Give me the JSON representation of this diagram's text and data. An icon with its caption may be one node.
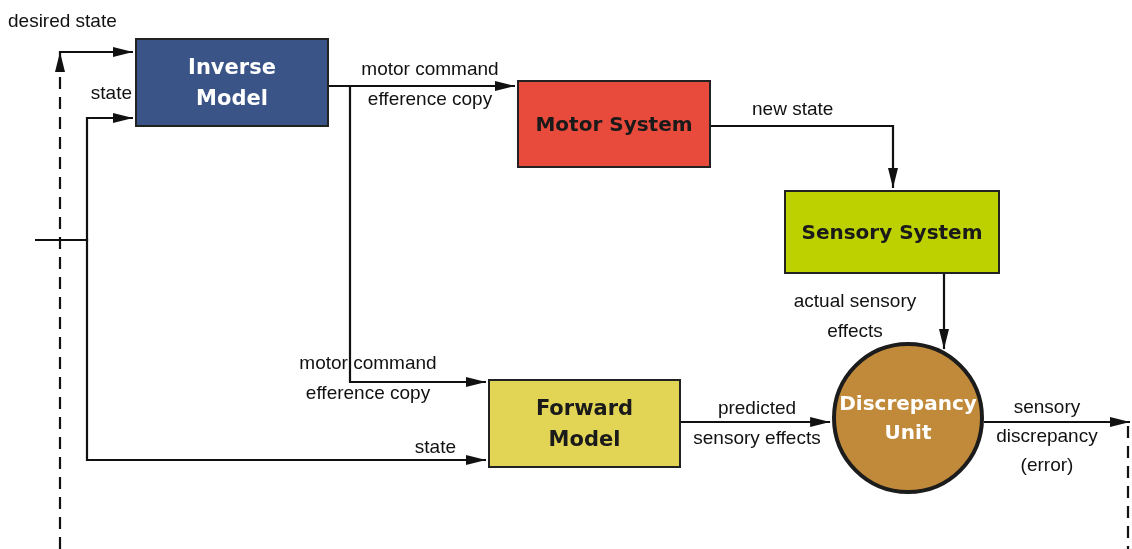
{
  "diagram": {
    "nodes": [
      {
        "text": [
          "Inverse Model"
        ]
      },
      {
        "text": [
          "Motor System"
        ]
      },
      {
        "text": [
          "Sensory System"
        ]
      },
      {
        "text": [
          "Forward Model"
        ]
      },
      {
        "text": [
          "Discrepancy Unit"
        ]
      }
    ],
    "edges": [
      {
        "from": null,
        "to": 0,
        "arrow": "to",
        "label": "desired state",
        "style": "dashed"
      },
      {
        "from": null,
        "to": 0,
        "arrow": "to",
        "label": "state"
      },
      {
        "from": null,
        "to": 3,
        "arrow": "to",
        "label": "state"
      },
      {
        "from": 0,
        "to": 1,
        "arrow": "to",
        "label": "motor command efference copy"
      },
      {
        "from": 0,
        "to": 3,
        "arrow": "to",
        "label": "motor command efference copy"
      },
      {
        "from": 1,
        "to": 2,
        "arrow": "to",
        "label": "new state"
      },
      {
        "from": 2,
        "to": 4,
        "arrow": "to",
        "label": "actual sensory effects"
      },
      {
        "from": 3,
        "to": 4,
        "arrow": "to",
        "label": "predicted sensory effects"
      },
      {
        "from": 4,
        "to": null,
        "arrow": "to",
        "label": "sensory discrepancy (error)"
      }
    ]
  }
}
